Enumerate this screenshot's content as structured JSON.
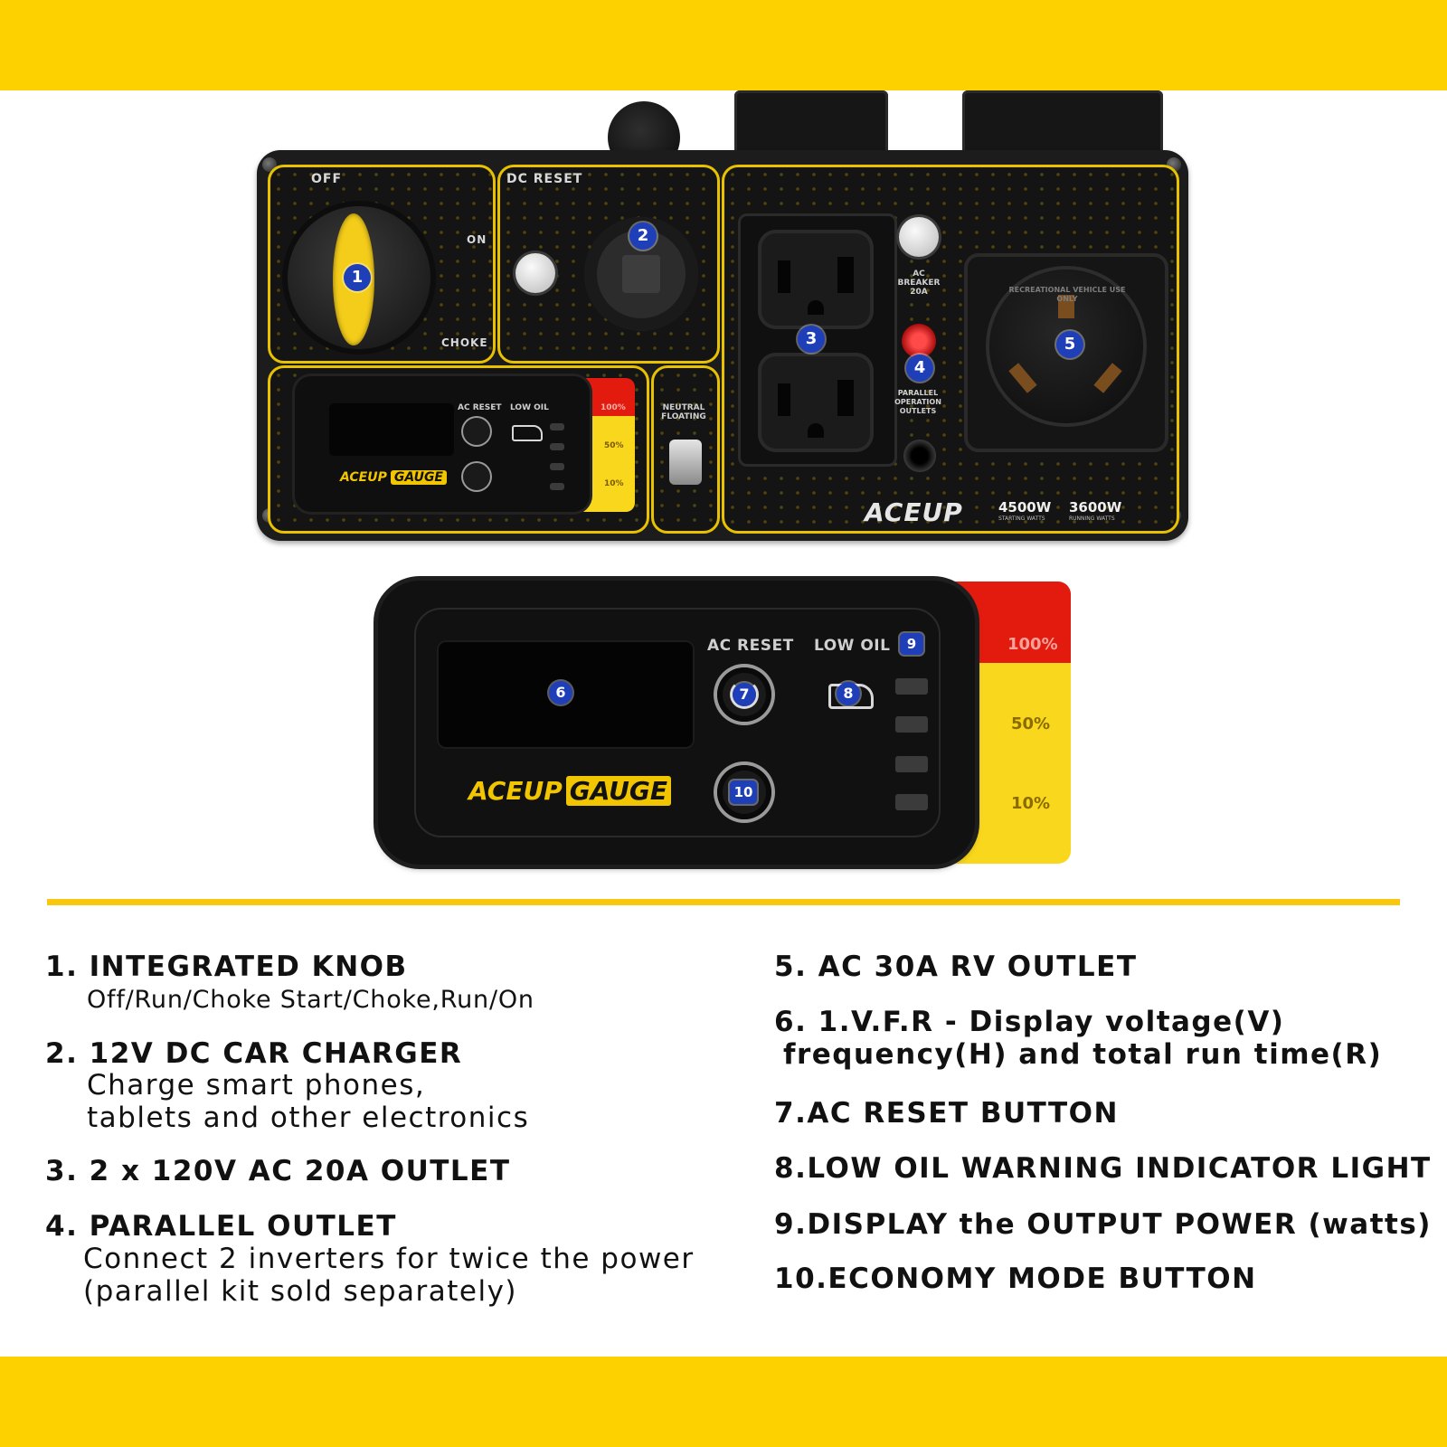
{
  "colors": {
    "band": "#fdd000",
    "accent": "#f9c80e",
    "badge": "#1f3fb8",
    "scale_red": "#e31b0f",
    "scale_yellow": "#f9d71c"
  },
  "panel": {
    "knob_labels": {
      "off": "OFF",
      "on": "ON",
      "choke": "CHOKE"
    },
    "dc_reset": "DC RESET",
    "neutral": "NEUTRAL FLOATING",
    "ac_breaker": "AC BREAKER 20A",
    "parallel": "PARALLEL OPERATION OUTLETS",
    "brand": "ACEUP",
    "starting_watts": "4500W",
    "running_watts": "3600W",
    "starting_sub": "STARTING WATTS",
    "running_sub": "RUNNING WATTS",
    "rv_text": "RECREATIONAL VEHICLE USE ONLY",
    "badges": [
      "1",
      "2",
      "3",
      "4",
      "5"
    ],
    "small_gauge": {
      "ac_reset": "AC RESET",
      "low_oil": "LOW OIL",
      "s100": "100%",
      "s50": "50%",
      "s10": "10%",
      "logo_a": "ACEUP",
      "logo_b": "GAUGE"
    }
  },
  "gauge": {
    "ac_reset": "AC RESET",
    "low_oil": "LOW OIL",
    "scale": [
      "100%",
      "50%",
      "10%"
    ],
    "logo_a": "ACEUP",
    "logo_b": "GAUGE",
    "badges": [
      "6",
      "7",
      "8",
      "9",
      "10"
    ]
  },
  "legend": {
    "i1_title": "1. INTEGRATED KNOB",
    "i1_sub": "Off/Run/Choke Start/Choke,Run/On",
    "i2_title": "2. 12V DC CAR CHARGER",
    "i2_sub1": "Charge smart phones,",
    "i2_sub2": "tablets and other electronics",
    "i3_title": "3. 2 x 120V AC 20A OUTLET",
    "i4_title": "4. PARALLEL OUTLET",
    "i4_sub1": "Connect 2 inverters for twice the power",
    "i4_sub2": "(parallel kit sold separately)",
    "i5_title": "5. AC 30A RV OUTLET",
    "i6_line1": "6. 1.V.F.R - Display voltage(V)",
    "i6_line2": "frequency(H) and total run time(R)",
    "i7": "7.AC RESET BUTTON",
    "i8": "8.LOW OIL WARNING INDICATOR LIGHT",
    "i9": "9.DISPLAY the OUTPUT POWER (watts)",
    "i10": "10.ECONOMY MODE BUTTON"
  }
}
